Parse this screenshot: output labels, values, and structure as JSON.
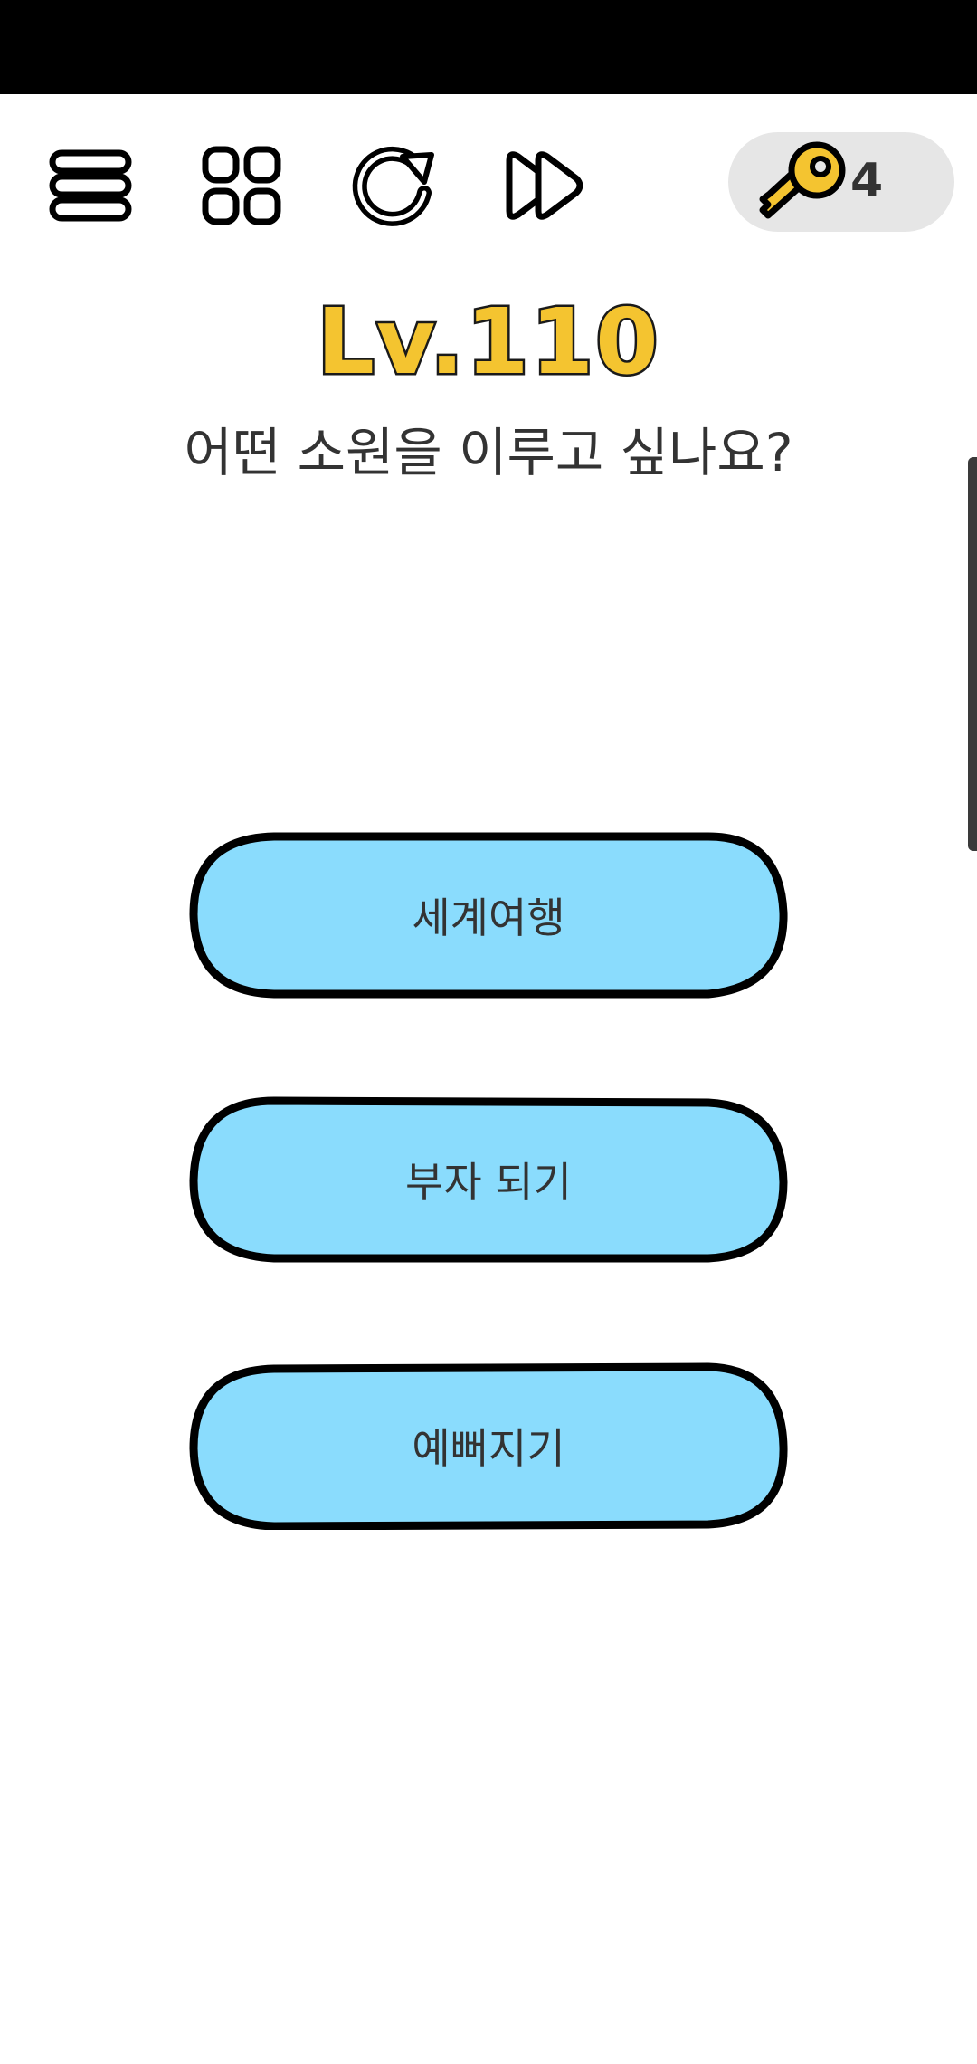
{
  "toolbar": {
    "menu_icon": "menu-icon",
    "levels_icon": "grid-icon",
    "restart_icon": "restart-icon",
    "skip_icon": "skip-icon"
  },
  "keys": {
    "icon": "key-icon",
    "count": "4"
  },
  "level": {
    "title": "Lv.110"
  },
  "question": {
    "text": "어떤 소원을 이루고 싶나요?"
  },
  "options": [
    {
      "label": "세계여행"
    },
    {
      "label": "부자 되기"
    },
    {
      "label": "예뻐지기"
    }
  ],
  "colors": {
    "option_fill": "#8adcfd",
    "option_stroke": "#000000",
    "level_fill": "#f4c430",
    "key_pill": "#e6e6e6",
    "text": "#333333"
  }
}
